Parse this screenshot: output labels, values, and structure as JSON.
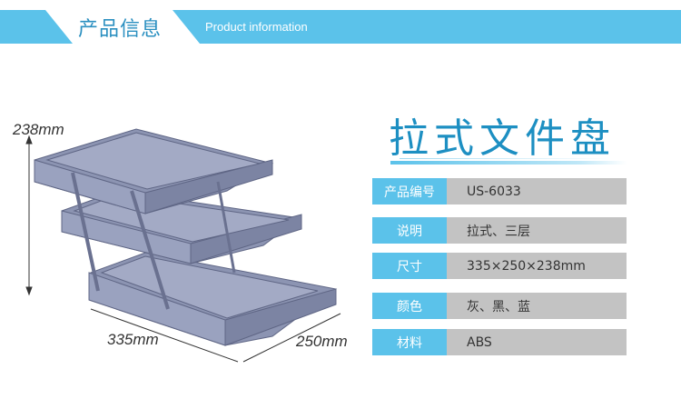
{
  "header": {
    "title_cn": "产品信息",
    "title_en": "Product information"
  },
  "product": {
    "name": "拉式文件盘"
  },
  "dimensions": {
    "height": "238mm",
    "length": "335mm",
    "width": "250mm"
  },
  "specs": [
    {
      "label": "产品编号",
      "value": "US-6033"
    },
    {
      "label": "说明",
      "value": "拉式、三层"
    },
    {
      "label": "尺寸",
      "value": "335×250×238mm"
    },
    {
      "label": "颜色",
      "value": "灰、黑、蓝"
    },
    {
      "label": "材料",
      "value": "ABS"
    }
  ],
  "colors": {
    "accent": "#5bc2ea",
    "title": "#1d8fc2",
    "tray": "#8c94b2"
  }
}
